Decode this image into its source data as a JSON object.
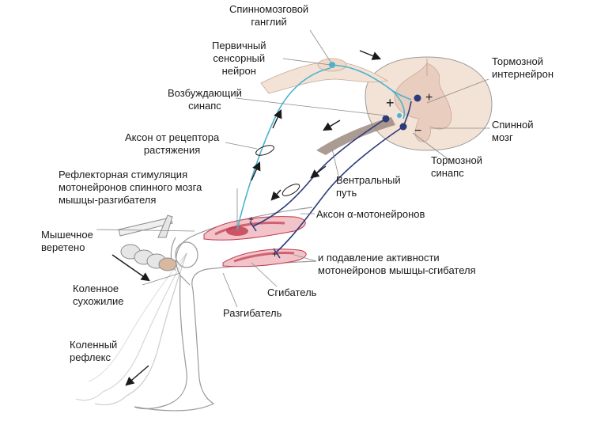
{
  "labels": {
    "ganglion": "Спинномозговой\nганглий",
    "primary_neuron": "Первичный\nсенсорный\nнейрон",
    "excitatory_synapse": "Возбуждающий\nсинапс",
    "receptor_axon": "Аксон от рецептора\nрастяжения",
    "reflex_stimulation": "Рефлекторная стимуляция\nмотонейронов спинного мозга\nмышцы-разгибателя",
    "muscle_spindle": "Мышечное\nверетено",
    "knee_tendon": "Коленное\nсухожилие",
    "knee_reflex": "Коленный\nрефлекс",
    "inhibitory_interneuron": "Тормозной\nинтернейрон",
    "spinal_cord": "Спинной\nмозг",
    "inhibitory_synapse": "Тормозной\nсинапс",
    "ventral_root": "Вентральный\nпуть",
    "alpha_motor_axon": "Аксон α-мотонейронов",
    "flexor_suppression": "и подавление активности\nмотонейронов мышцы-сгибателя",
    "flexor": "Сгибатель",
    "extensor": "Разгибатель"
  },
  "symbols": {
    "plus": "+",
    "minus": "−"
  },
  "colors": {
    "sensory": "#4bb3cf",
    "motor": "#2d3a7a",
    "muscle": "#c0394b",
    "muscle_light": "#f2c3c9",
    "cord": "#f3e3d6",
    "grey_matter": "#e9cdbf",
    "outline": "#9a9a9a",
    "arrow": "#1a1a1a"
  }
}
